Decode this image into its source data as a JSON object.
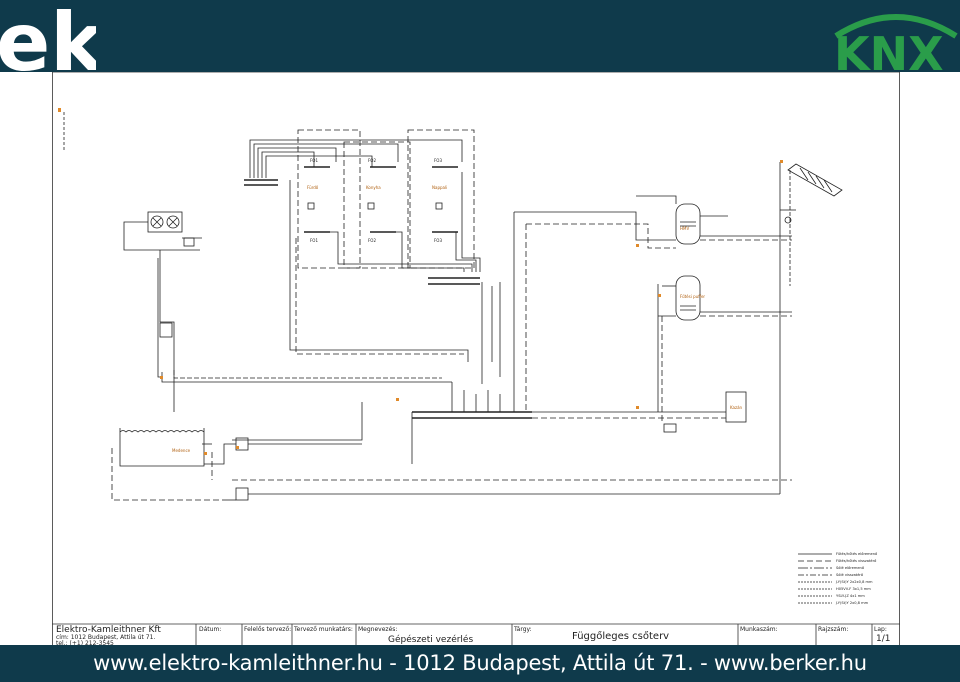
{
  "header": {
    "ek_logo_text": "ek",
    "knx_logo_text": "KNX",
    "colors": {
      "bar": "#0f3a4b",
      "knx_green": "#2a9d4a",
      "knx_gray": "#8a9aa0"
    }
  },
  "drawing": {
    "tanks": {
      "dhw": "HMV",
      "buffer": "Fűtési puffer"
    },
    "rooms": [
      "Fürdő",
      "Konyha",
      "Nappali"
    ],
    "circuits": [
      "FO1",
      "FO2",
      "FO3"
    ],
    "boiler": "Kazán",
    "pool": "Medence",
    "legend": [
      "Fűtés/hűtés előremenő",
      "Fűtés/hűtés visszatérő",
      "Sólé előremenő",
      "Sólé visszatérő",
      "J-Y(St)Y 2x2x0,8 mm",
      "H05VV-F 3x1,5 mm",
      "YSLY-JZ 4x1 mm",
      "J-Y(St)Y 2x0,8 mm"
    ]
  },
  "title_block": {
    "company": "Elektro-Kamleithner Kft",
    "address": "cím: 1012 Budapest, Attila út 71.",
    "phone": "tel.: (+1) 212-3545",
    "date_label": "Dátum:",
    "designer_label": "Felelős tervező:",
    "collab_label": "Tervező munkatárs:",
    "name_label": "Megnevezés:",
    "name_value": "Gépészeti vezérlés",
    "subject_label": "Tárgy:",
    "subject_value": "Függőleges csőterv",
    "worknum_label": "Munkaszám:",
    "drawnum_label": "Rajzszám:",
    "page_label": "Lap:",
    "page_value": "1/1"
  },
  "footer": {
    "text": "www.elektro-kamleithner.hu - 1012 Budapest, Attila út 71. - www.berker.hu"
  }
}
